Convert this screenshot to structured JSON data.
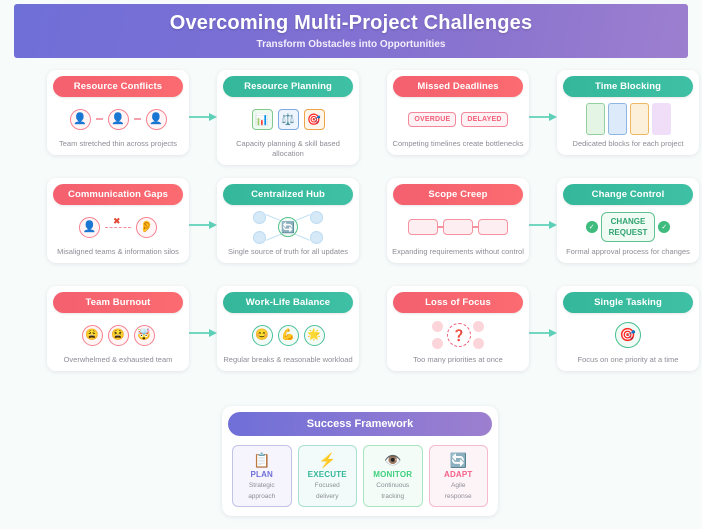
{
  "header": {
    "title": "Overcoming Multi-Project Challenges",
    "subtitle": "Transform Obstacles into Opportunities",
    "gradient_from": "#6f6fd8",
    "gradient_to": "#9d7fcf"
  },
  "colors": {
    "problem": "#f4606f",
    "solution": "#34b79a",
    "arrow": "#5fd0b8",
    "background": "#f7fbfa",
    "card": "#ffffff",
    "muted_text": "#8d8d96"
  },
  "rows": [
    {
      "problem": {
        "title": "Resource Conflicts",
        "description": "Team stretched thin across projects",
        "icons": [
          "person-icon",
          "person-icon",
          "person-icon"
        ]
      },
      "solution": {
        "title": "Resource Planning",
        "description": "Capacity planning & skill based allocation",
        "icons": [
          "bar-chart-icon",
          "balance-scale-icon",
          "target-icon"
        ]
      }
    },
    {
      "problem": {
        "title": "Missed Deadlines",
        "description": "Competing timelines create bottlenecks",
        "tags": [
          "OVERDUE",
          "DELAYED"
        ]
      },
      "solution": {
        "title": "Time Blocking",
        "description": "Dedicated blocks for each project",
        "blocks": [
          "#e4f5e6",
          "#dceaf9",
          "#fcf0da",
          "#f0ddf7"
        ]
      }
    },
    {
      "problem": {
        "title": "Communication Gaps",
        "description": "Misaligned teams & information silos",
        "icons": [
          "person-icon",
          "cross-icon",
          "ear-icon"
        ]
      },
      "solution": {
        "title": "Centralized Hub",
        "description": "Single source of truth for all updates",
        "icons": [
          "sync-icon"
        ]
      }
    },
    {
      "problem": {
        "title": "Scope Creep",
        "description": "Expanding requirements without control",
        "boxes": 3
      },
      "solution": {
        "title": "Change Control",
        "description": "Formal approval process for changes",
        "request_label_line1": "CHANGE",
        "request_label_line2": "REQUEST",
        "check_icon": "check-icon"
      }
    },
    {
      "problem": {
        "title": "Team Burnout",
        "description": "Overwhelmed & exhausted team",
        "icons": [
          "weary-face-icon",
          "tired-face-icon",
          "exploding-head-icon"
        ]
      },
      "solution": {
        "title": "Work-Life Balance",
        "description": "Regular breaks & reasonable workload",
        "icons": [
          "smiling-face-icon",
          "flexed-biceps-icon",
          "sparkle-icon"
        ]
      }
    },
    {
      "problem": {
        "title": "Loss of Focus",
        "description": "Too many priorities at once",
        "icons": [
          "question-mark-icon"
        ]
      },
      "solution": {
        "title": "Single Tasking",
        "description": "Focus on one priority at a time",
        "icons": [
          "bullseye-icon"
        ]
      }
    }
  ],
  "grid": {
    "row1": {
      "problem_index": 0,
      "solution_index": 0,
      "problem2_index": 1,
      "solution2_index": 1
    },
    "row2": {
      "problem_index": 2,
      "solution_index": 2,
      "problem2_index": 3,
      "solution2_index": 3
    },
    "row3": {
      "problem_index": 4,
      "solution_index": 4,
      "problem2_index": 5,
      "solution2_index": 5
    }
  },
  "success_framework": {
    "title": "Success Framework",
    "items": [
      {
        "icon": "clipboard-icon",
        "label": "PLAN",
        "desc_line1": "Strategic",
        "desc_line2": "approach",
        "color": "#6f6fd8",
        "border": "#c3c3e8",
        "bg": "#f6f5fd"
      },
      {
        "icon": "lightning-icon",
        "label": "EXECUTE",
        "desc_line1": "Focused",
        "desc_line2": "delivery",
        "color": "#34b79a",
        "border": "#a7e0d1",
        "bg": "#f2fbf9"
      },
      {
        "icon": "eye-icon",
        "label": "MONITOR",
        "desc_line1": "Continuous",
        "desc_line2": "tracking",
        "color": "#3fd07f",
        "border": "#a9e6bf",
        "bg": "#f3fcf6"
      },
      {
        "icon": "sync-icon",
        "label": "ADAPT",
        "desc_line1": "Agile",
        "desc_line2": "response",
        "color": "#f4608a",
        "border": "#f6bacd",
        "bg": "#fdf4f7"
      }
    ]
  }
}
